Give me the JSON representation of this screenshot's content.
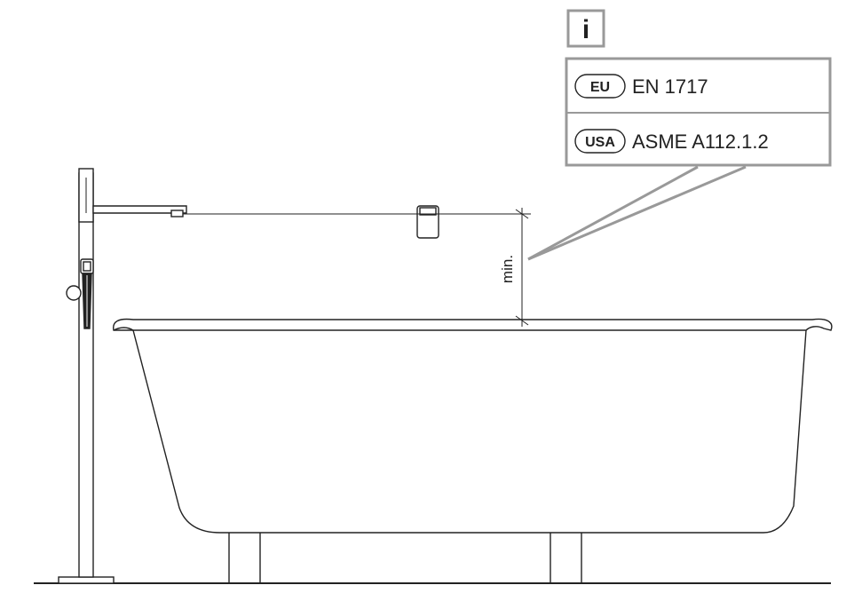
{
  "info_box": {
    "icon_label": "i",
    "standards": [
      {
        "badge": "EU",
        "text": "EN 1717"
      },
      {
        "badge": "USA",
        "text": "ASME A112.1.2"
      }
    ]
  },
  "dimension": {
    "label": "min."
  },
  "colors": {
    "line": "#222222",
    "box_border": "#999999",
    "leader": "#999999",
    "background": "#ffffff"
  }
}
